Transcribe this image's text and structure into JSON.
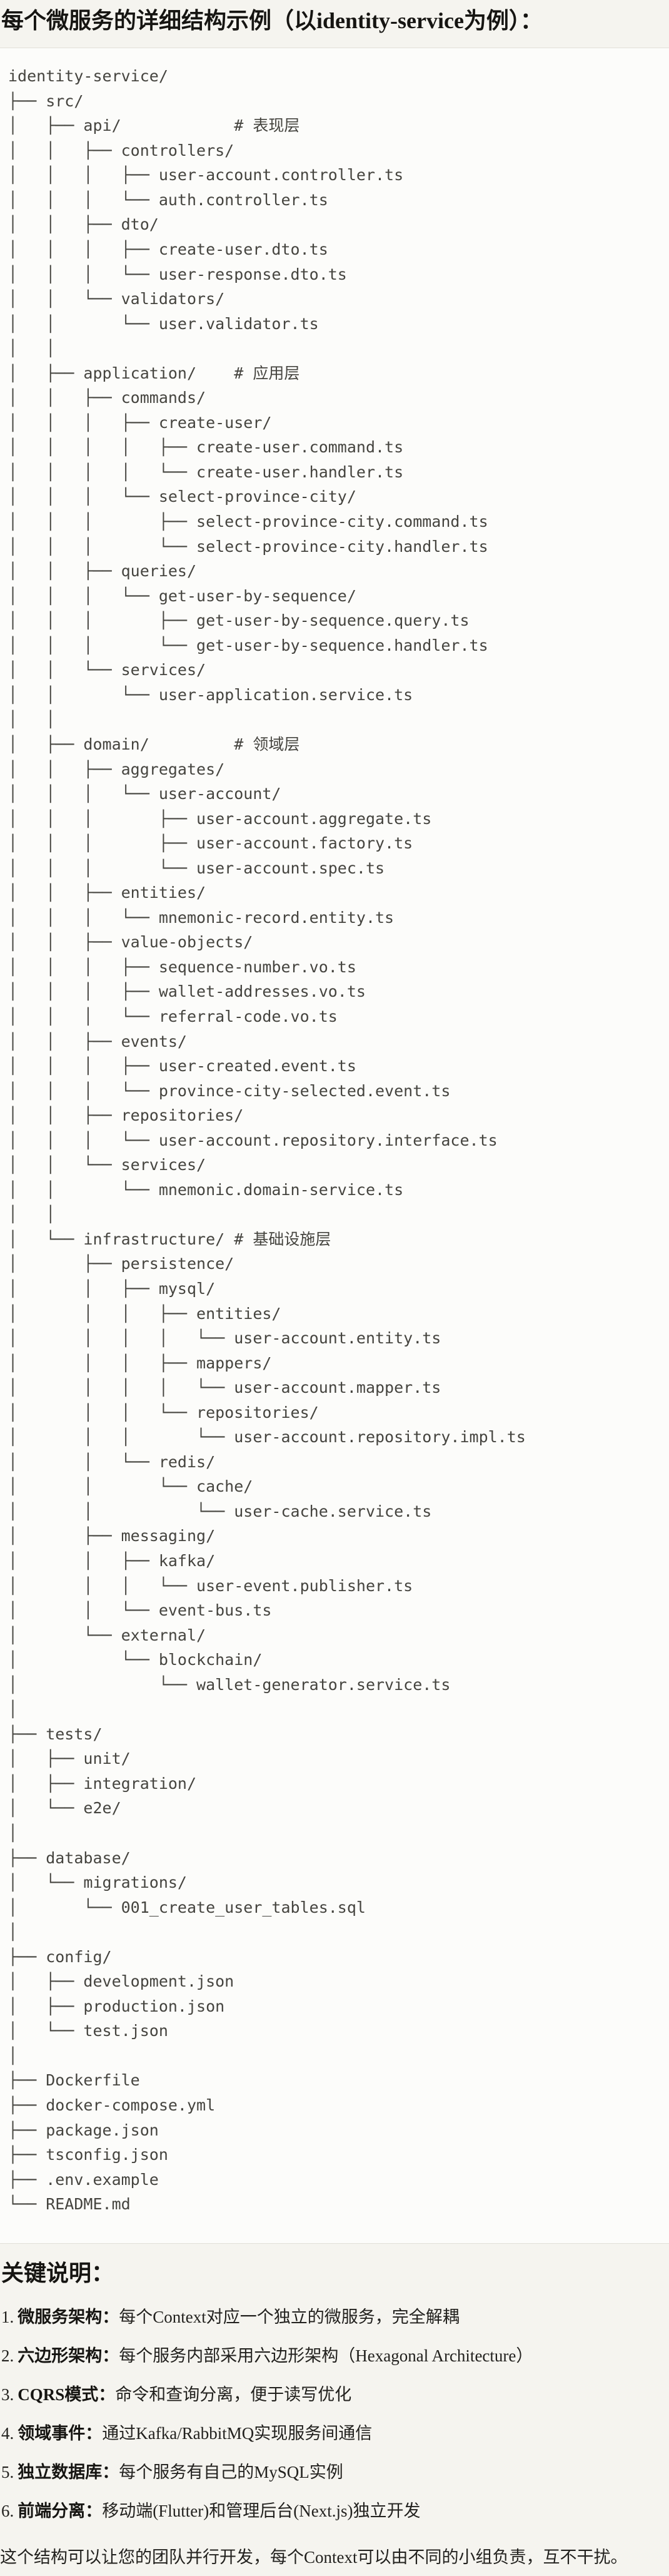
{
  "title": "每个微服务的详细结构示例（以identity-service为例）：",
  "tree": {
    "lines": [
      "identity-service/",
      "├── src/",
      "│   ├── api/            # 表现层",
      "│   │   ├── controllers/",
      "│   │   │   ├── user-account.controller.ts",
      "│   │   │   └── auth.controller.ts",
      "│   │   ├── dto/",
      "│   │   │   ├── create-user.dto.ts",
      "│   │   │   └── user-response.dto.ts",
      "│   │   └── validators/",
      "│   │       └── user.validator.ts",
      "│   │",
      "│   ├── application/    # 应用层",
      "│   │   ├── commands/",
      "│   │   │   ├── create-user/",
      "│   │   │   │   ├── create-user.command.ts",
      "│   │   │   │   └── create-user.handler.ts",
      "│   │   │   └── select-province-city/",
      "│   │   │       ├── select-province-city.command.ts",
      "│   │   │       └── select-province-city.handler.ts",
      "│   │   ├── queries/",
      "│   │   │   └── get-user-by-sequence/",
      "│   │   │       ├── get-user-by-sequence.query.ts",
      "│   │   │       └── get-user-by-sequence.handler.ts",
      "│   │   └── services/",
      "│   │       └── user-application.service.ts",
      "│   │",
      "│   ├── domain/         # 领域层",
      "│   │   ├── aggregates/",
      "│   │   │   └── user-account/",
      "│   │   │       ├── user-account.aggregate.ts",
      "│   │   │       ├── user-account.factory.ts",
      "│   │   │       └── user-account.spec.ts",
      "│   │   ├── entities/",
      "│   │   │   └── mnemonic-record.entity.ts",
      "│   │   ├── value-objects/",
      "│   │   │   ├── sequence-number.vo.ts",
      "│   │   │   ├── wallet-addresses.vo.ts",
      "│   │   │   └── referral-code.vo.ts",
      "│   │   ├── events/",
      "│   │   │   ├── user-created.event.ts",
      "│   │   │   └── province-city-selected.event.ts",
      "│   │   ├── repositories/",
      "│   │   │   └── user-account.repository.interface.ts",
      "│   │   └── services/",
      "│   │       └── mnemonic.domain-service.ts",
      "│   │",
      "│   └── infrastructure/ # 基础设施层",
      "│       ├── persistence/",
      "│       │   ├── mysql/",
      "│       │   │   ├── entities/",
      "│       │   │   │   └── user-account.entity.ts",
      "│       │   │   ├── mappers/",
      "│       │   │   │   └── user-account.mapper.ts",
      "│       │   │   └── repositories/",
      "│       │   │       └── user-account.repository.impl.ts",
      "│       │   └── redis/",
      "│       │       └── cache/",
      "│       │           └── user-cache.service.ts",
      "│       ├── messaging/",
      "│       │   ├── kafka/",
      "│       │   │   └── user-event.publisher.ts",
      "│       │   └── event-bus.ts",
      "│       └── external/",
      "│           └── blockchain/",
      "│               └── wallet-generator.service.ts",
      "│",
      "├── tests/",
      "│   ├── unit/",
      "│   ├── integration/",
      "│   └── e2e/",
      "│",
      "├── database/",
      "│   └── migrations/",
      "│       └── 001_create_user_tables.sql",
      "│",
      "├── config/",
      "│   ├── development.json",
      "│   ├── production.json",
      "│   └── test.json",
      "│",
      "├── Dockerfile",
      "├── docker-compose.yml",
      "├── package.json",
      "├── tsconfig.json",
      "├── .env.example",
      "└── README.md"
    ]
  },
  "notes": {
    "heading": "关键说明：",
    "items": [
      {
        "number": "1.",
        "term": "微服务架构：",
        "desc": "每个Context对应一个独立的微服务，完全解耦"
      },
      {
        "number": "2.",
        "term": "六边形架构：",
        "desc": "每个服务内部采用六边形架构（Hexagonal Architecture）"
      },
      {
        "number": "3.",
        "term": "CQRS模式：",
        "desc": "命令和查询分离，便于读写优化"
      },
      {
        "number": "4.",
        "term": "领域事件：",
        "desc": "通过Kafka/RabbitMQ实现服务间通信"
      },
      {
        "number": "5.",
        "term": "独立数据库：",
        "desc": "每个服务有自己的MySQL实例"
      },
      {
        "number": "6.",
        "term": "前端分离：",
        "desc": "移动端(Flutter)和管理后台(Next.js)独立开发"
      }
    ],
    "footer": "这个结构可以让您的团队并行开发，每个Context可以由不同的小组负责，互不干扰。"
  },
  "colors": {
    "page_background": "#F5F4EF",
    "code_background": "#FCFCFA",
    "code_border": "#E2E0D8",
    "code_text": "#45443F",
    "heading_text": "#161512"
  }
}
